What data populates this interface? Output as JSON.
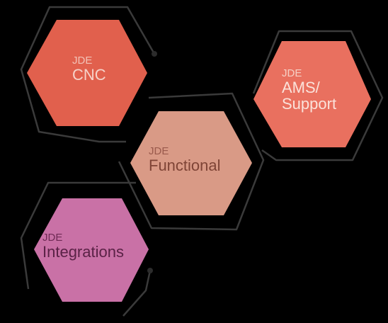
{
  "hexagons": [
    {
      "id": "cnc",
      "small": "JDE",
      "large": [
        "CNC"
      ],
      "fill": "#e1604d",
      "small_color": "#f2c2b6",
      "large_color": "#f6d2c9"
    },
    {
      "id": "ams",
      "small": "JDE",
      "large": [
        "AMS/",
        "Support"
      ],
      "fill": "#e9705f",
      "small_color": "#f6cfc4",
      "large_color": "#fbe2da"
    },
    {
      "id": "functional",
      "small": "JDE",
      "large": [
        "Functional"
      ],
      "fill": "#d99a86",
      "small_color": "#9a5a4c",
      "large_color": "#7f4436"
    },
    {
      "id": "integrations",
      "small": "JDE",
      "large": [
        "Integrations"
      ],
      "fill": "#c971a6",
      "small_color": "#6f2a55",
      "large_color": "#5a2246"
    }
  ],
  "colors": {
    "background": "#000000",
    "outline": "#3a3a3a"
  }
}
